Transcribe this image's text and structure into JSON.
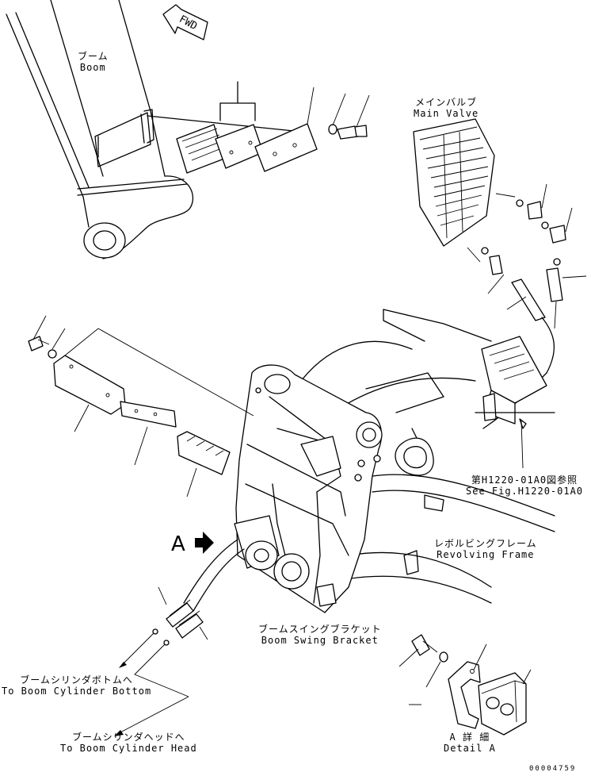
{
  "labels": {
    "fwd": "FWD",
    "boom_jp": "ブーム",
    "boom_en": "Boom",
    "main_valve_jp": "メインバルブ",
    "main_valve_en": "Main Valve",
    "see_fig_jp": "第H1220-01A0図参照",
    "see_fig_en": "See Fig.H1220-01A0",
    "revolving_frame_jp": "レボルビングフレーム",
    "revolving_frame_en": "Revolving Frame",
    "boom_swing_bracket_jp": "ブームスイングブラケット",
    "boom_swing_bracket_en": "Boom Swing Bracket",
    "to_cylinder_bottom_jp": "ブームシリンダボトムへ",
    "to_cylinder_bottom_en": "To Boom Cylinder Bottom",
    "to_cylinder_head_jp": "ブームシリンダヘッドへ",
    "to_cylinder_head_en": "To Boom Cylinder Head",
    "detail_a_jp": "A 詳 細",
    "detail_a_en": "Detail A",
    "view_a": "A",
    "drawing_number": "00004759"
  },
  "colors": {
    "line": "#000000",
    "background": "#ffffff"
  }
}
